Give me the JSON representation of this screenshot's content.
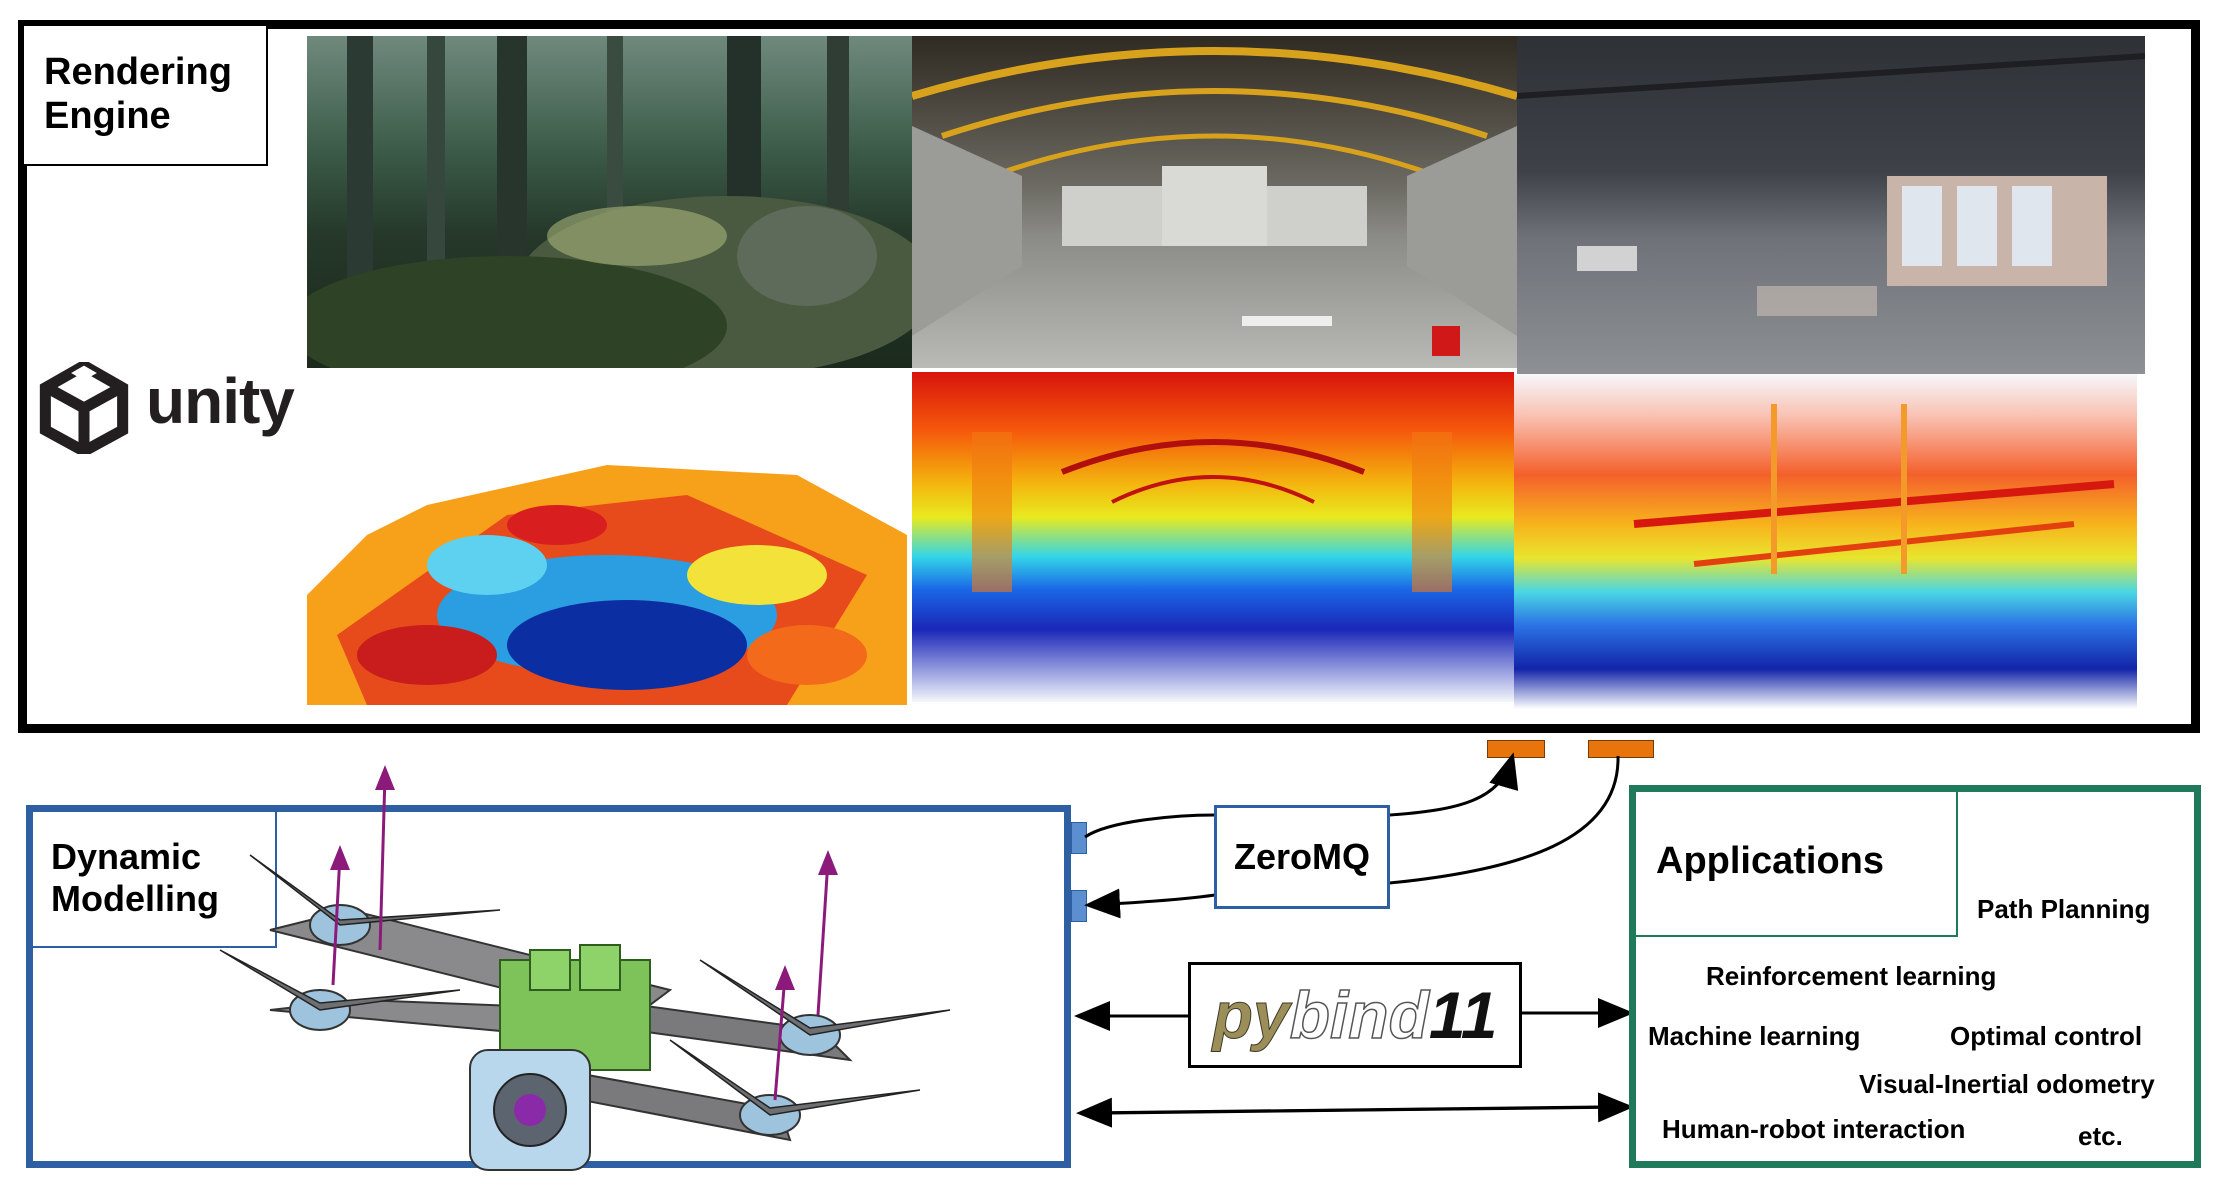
{
  "rendering": {
    "title_line1": "Rendering",
    "title_line2": "Engine",
    "engine_logo_text": "unity"
  },
  "dynamics": {
    "title_line1": "Dynamic",
    "title_line2": "Modelling"
  },
  "bridges": {
    "zeromq_label": "ZeroMQ",
    "pybind_label_part1": "py",
    "pybind_label_part2": "bind",
    "pybind_label_part3": "11"
  },
  "applications": {
    "title": "Applications",
    "items": [
      "Path Planning",
      "Reinforcement learning",
      "Machine learning",
      "Optimal control",
      "Visual-Inertial odometry",
      "Human-robot interaction",
      "etc."
    ]
  },
  "colors": {
    "rendering_border": "#000000",
    "dynamics_border": "#2e5fa3",
    "applications_border": "#1f7a5c",
    "zeromq_border": "#2e5fa3",
    "port_orange": "#e8740c",
    "port_blue": "#5b8fd0",
    "thrust_arrow": "#8b1a7a"
  }
}
